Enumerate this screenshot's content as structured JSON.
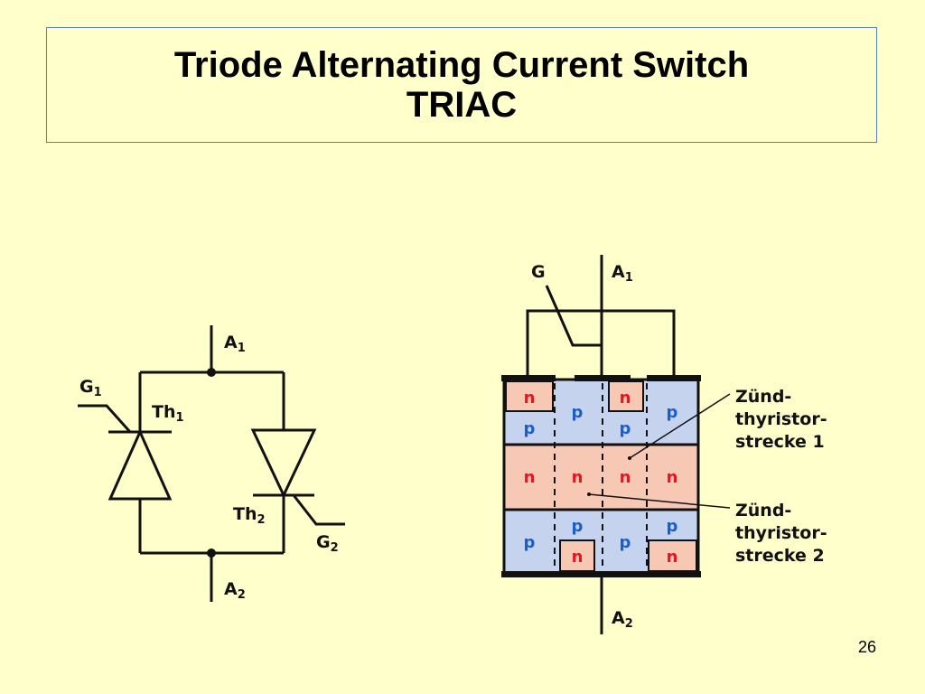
{
  "slide": {
    "title_line1": "Triode Alternating Current Switch",
    "title_line2": "TRIAC",
    "page_number": "26"
  },
  "circuit": {
    "a1": "A",
    "a1_sub": "1",
    "a2": "A",
    "a2_sub": "2",
    "g1": "G",
    "g1_sub": "1",
    "g2": "G",
    "g2_sub": "2",
    "th1": "Th",
    "th1_sub": "1",
    "th2": "Th",
    "th2_sub": "2"
  },
  "structure": {
    "gate": "G",
    "a1": "A",
    "a1_sub": "1",
    "a2": "A",
    "a2_sub": "2",
    "layer_labels": {
      "n": "n",
      "p": "p"
    },
    "note1": [
      "Zünd-",
      "thyristor-",
      "strecke 1"
    ],
    "note2": [
      "Zünd-",
      "thyristor-",
      "strecke 2"
    ],
    "colors": {
      "n_fill": "#f7c9b4",
      "p_fill": "#c6d3ef",
      "n_text": "#e8141e",
      "p_text": "#1a5fc8"
    }
  }
}
